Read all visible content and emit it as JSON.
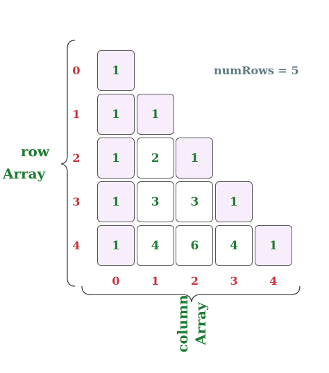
{
  "num_rows_label": "numRows = 5",
  "row_label": {
    "line1": "row",
    "line2": "Array"
  },
  "column_label": {
    "line1": "column",
    "line2": "Array"
  },
  "row_indices": [
    "0",
    "1",
    "2",
    "3",
    "4"
  ],
  "column_indices": [
    "0",
    "1",
    "2",
    "3",
    "4"
  ],
  "rows": [
    [
      "1"
    ],
    [
      "1",
      "1"
    ],
    [
      "1",
      "2",
      "1"
    ],
    [
      "1",
      "3",
      "3",
      "1"
    ],
    [
      "1",
      "4",
      "6",
      "4",
      "1"
    ]
  ],
  "colors": {
    "edge_fill": "#f8eefb",
    "value_text": "#1e7d32",
    "index_text": "#c8323c",
    "label_text": "#1e7d32",
    "info_text": "#5f7a80"
  }
}
